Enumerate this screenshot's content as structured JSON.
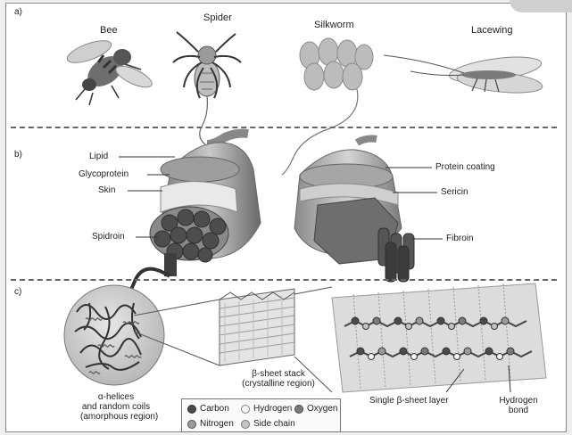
{
  "panels": {
    "a": "a)",
    "b": "b)",
    "c": "c)"
  },
  "organisms": {
    "bee": "Bee",
    "spider": "Spider",
    "silkworm": "Silkworm",
    "lacewing": "Lacewing"
  },
  "spider_fiber": {
    "lipid": "Lipid",
    "glycoprotein": "Glycoprotein",
    "skin": "Skin",
    "spidroin": "Spidroin"
  },
  "silkworm_fiber": {
    "protein_coating": "Protein coating",
    "sericin": "Sericin",
    "fibroin": "Fibroin"
  },
  "structure": {
    "amorphous_line1": "α-helices",
    "amorphous_line2": "and random coils",
    "amorphous_line3": "(amorphous region)",
    "beta_stack_line1": "β-sheet stack",
    "beta_stack_line2": "(crystalline region)",
    "single_layer": "Single β-sheet layer",
    "hbond_line1": "Hydrogen",
    "hbond_line2": "bond"
  },
  "legend": {
    "carbon": "Carbon",
    "hydrogen": "Hydrogen",
    "oxygen": "Oxygen",
    "nitrogen": "Nitrogen",
    "side_chain": "Side chain"
  },
  "colors": {
    "carbon": "#4a4a4a",
    "hydrogen": "#f2f2f2",
    "oxygen": "#7a7a7a",
    "nitrogen": "#9a9a9a",
    "side_chain": "#c4c4c4"
  }
}
